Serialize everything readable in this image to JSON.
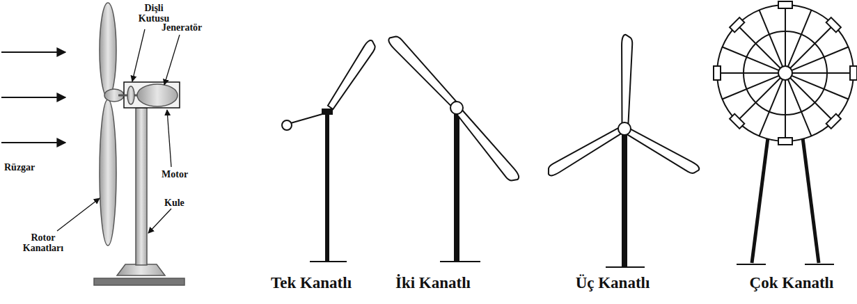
{
  "diagram": {
    "labels": [
      "Dişli Kutusu",
      "Jeneratör",
      "Rüzgar",
      "Motor",
      "Kule",
      "Rotor Kanatları",
      "Tek Kanatlı",
      "İki Kanatlı",
      "Üç Kanatlı",
      "Çok Kanatlı"
    ]
  }
}
